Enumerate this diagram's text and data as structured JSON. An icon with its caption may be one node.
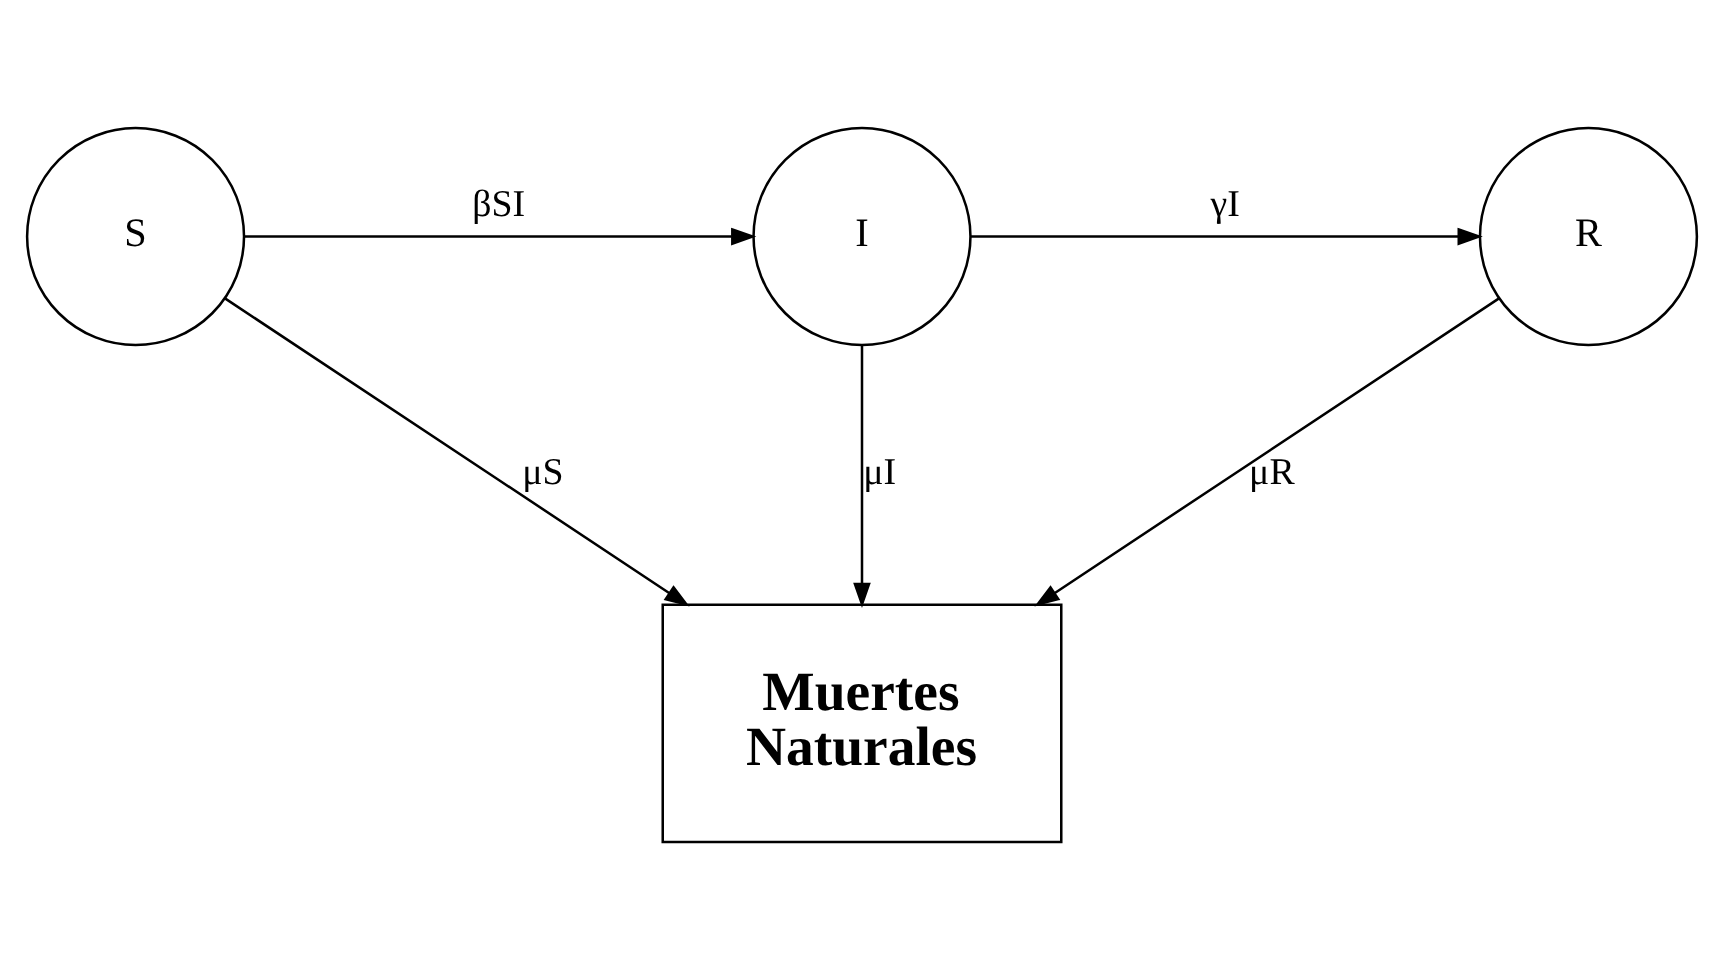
{
  "diagram": {
    "nodes": [
      {
        "text": [
          "S"
        ]
      },
      {
        "text": [
          "I"
        ]
      },
      {
        "text": [
          "R"
        ]
      },
      {
        "text": [
          "Muertes Naturales"
        ]
      }
    ],
    "edges": [
      {
        "from": 0,
        "to": 1,
        "arrow": "to",
        "label": "βSI"
      },
      {
        "from": 1,
        "to": 2,
        "arrow": "to",
        "label": "γI"
      },
      {
        "from": 0,
        "to": 3,
        "arrow": "to",
        "label": "μS"
      },
      {
        "from": 1,
        "to": 3,
        "arrow": "to",
        "label": "μI"
      },
      {
        "from": 2,
        "to": 3,
        "arrow": "to",
        "label": "μR"
      }
    ]
  }
}
